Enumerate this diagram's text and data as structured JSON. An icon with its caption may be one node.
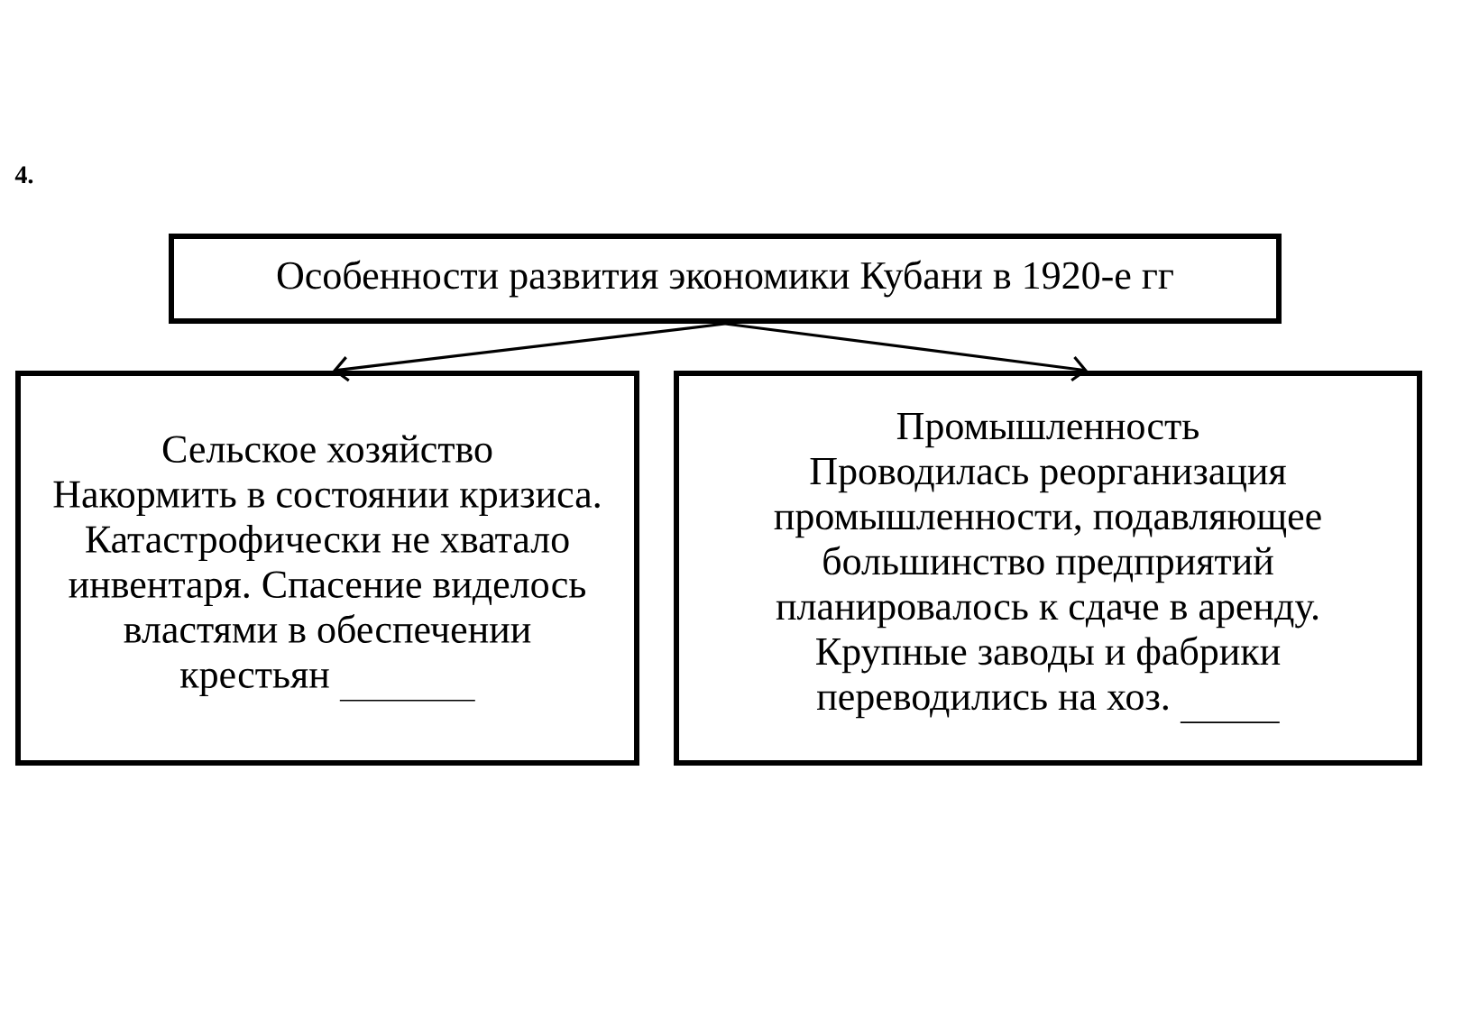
{
  "diagram": {
    "nodes": [
      {
        "text": [
          "Особенности развития экономики Кубани в 1920-е гг"
        ]
      },
      {
        "text": [
          "Сельское хозяйство",
          "Накормить в состоянии кризиса. Катастрофически не хватало инвентаря. Спасение виделось властями в обеспечении крестьян"
        ]
      },
      {
        "text": [
          "Промышленность",
          "Проводилась реорганизация промышленности, подавляющее большинство предприятий планировалось к сдаче в аренду. Крупные заводы и фабрики переводились на хоз."
        ]
      }
    ],
    "edges": [
      {
        "from": 0,
        "to": 1,
        "arrow": "to"
      },
      {
        "from": 0,
        "to": 2,
        "arrow": "to"
      }
    ],
    "labels": [
      "4."
    ]
  }
}
